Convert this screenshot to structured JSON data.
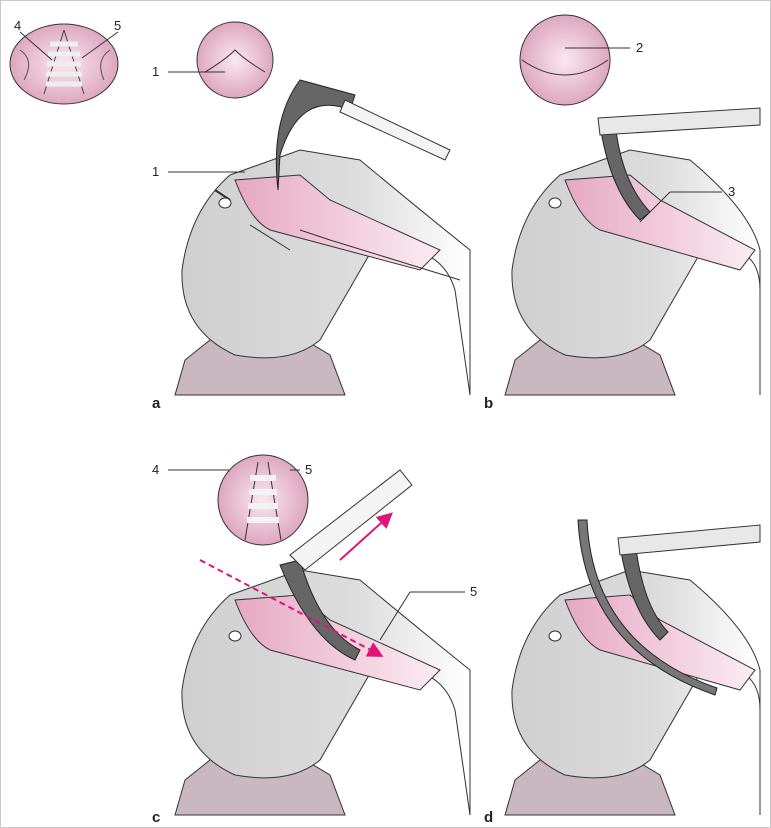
{
  "panels": [
    {
      "letter": "a",
      "callouts": [
        "1",
        "1"
      ]
    },
    {
      "letter": "b",
      "callouts": [
        "2",
        "3"
      ]
    },
    {
      "letter": "c",
      "callouts": [
        "4",
        "5",
        "5"
      ]
    },
    {
      "letter": "d",
      "callouts": []
    }
  ],
  "topleft_inset": {
    "callouts": [
      "4",
      "5"
    ]
  },
  "colors": {
    "tissue_pink": "#e8b4c8",
    "tissue_light": "#f5dce6",
    "head_gray": "#d0d0d0",
    "pillow": "#c9b8bf",
    "blade": "#777777",
    "arrow": "#e0137a"
  },
  "icons": [
    "laryngoscope-icon",
    "arrow-icon"
  ]
}
